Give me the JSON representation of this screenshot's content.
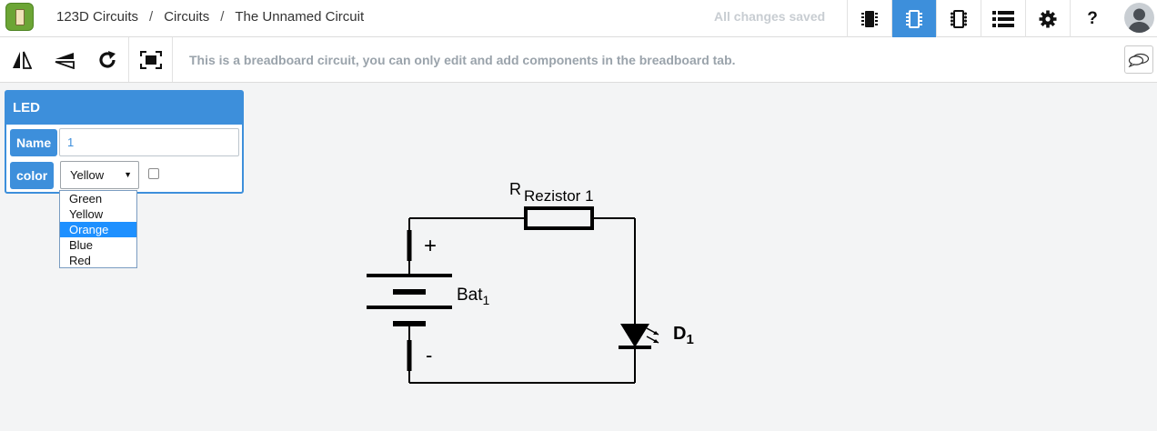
{
  "header": {
    "breadcrumb": [
      "123D Circuits",
      "Circuits",
      "The Unnamed Circuit"
    ],
    "save_status": "All changes saved",
    "views": [
      {
        "icon": "chip-icon",
        "active": false
      },
      {
        "icon": "schematic-icon",
        "active": true
      },
      {
        "icon": "pcb-icon",
        "active": false
      },
      {
        "icon": "list-icon",
        "active": false
      },
      {
        "icon": "gear-icon",
        "active": false
      },
      {
        "icon": "help-icon",
        "label": "?",
        "active": false
      }
    ]
  },
  "toolbar": {
    "tools": [
      "flip-horizontal-icon",
      "flip-vertical-icon",
      "rotate-icon",
      "fit-screen-icon"
    ],
    "message": "This is a breadboard circuit, you can only edit and add components in the breadboard tab."
  },
  "inspector": {
    "title": "LED",
    "name_label": "Name",
    "name_value": "1",
    "color_label": "color",
    "color_value": "Yellow",
    "color_options": [
      "Green",
      "Yellow",
      "Orange",
      "Blue",
      "Red"
    ],
    "highlighted_option": "Orange",
    "checkbox_checked": false
  },
  "schematic": {
    "resistor_prefix": "R",
    "resistor_label": "Rezistor 1",
    "battery_label": "Bat",
    "battery_sub": "1",
    "plus": "+",
    "minus": "-",
    "diode_label": "D",
    "diode_sub": "1"
  },
  "colors": {
    "accent": "#3d8fdb",
    "selection": "#1e90ff"
  }
}
